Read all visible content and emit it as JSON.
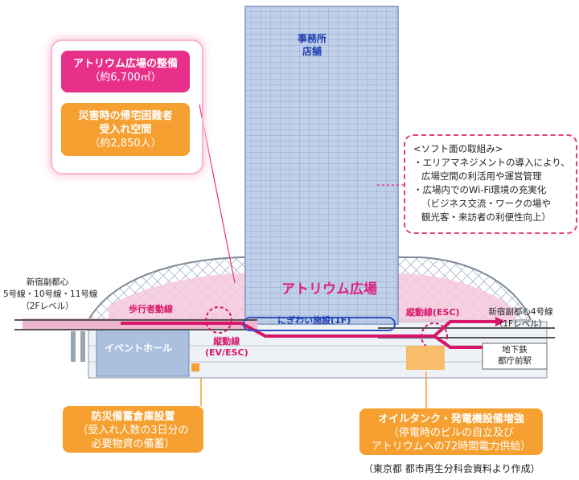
{
  "tower_label": "事務所\n店舗",
  "callouts": {
    "atrium": {
      "title": "アトリウム広場の整備",
      "detail": "（約6,700㎡）"
    },
    "refugee": {
      "title1": "災害時の帰宅困難者",
      "title2": "受入れ空間",
      "detail": "（約2,850人）"
    },
    "storage": {
      "title": "防災備蓄倉庫設置",
      "detail1": "（受入れ人数の3日分の",
      "detail2": "必要物資の備蓄）"
    },
    "oil": {
      "title": "オイルタンク・発電機設備増強",
      "detail1": "（停電時のビルの自立及び",
      "detail2": "アトリウムへの72時間電力供給）"
    }
  },
  "soft": {
    "heading": "<ソフト面の取組み>",
    "lines": [
      "・エリアマネジメントの導入により、",
      "  広場空間の利活用や運営管理",
      "・広場内でのWi-Fi環境の充実化",
      "  （ビジネス交流・ワークの場や",
      "  観光客・来訪者の利便性向上）"
    ]
  },
  "labels": {
    "left_line1": "新宿副都心",
    "left_line2": "5号線・10号線・11号線",
    "left_line3": "（2Fレベル）",
    "right_line1": "新宿副都心4号線",
    "right_line2": "（1Fレベル）",
    "station1": "地下鉄",
    "station2": "都庁前駅",
    "atrium_plaza": "アトリウム広場",
    "pedestrian": "歩行者動線",
    "vertical_esc": "縦動線(ESC)",
    "vertical_ev1": "縦動線",
    "vertical_ev2": "(EV/ESC)",
    "nigiwai": "にぎわい施設(1F)",
    "event_hall": "イベントホール"
  },
  "credit": "（東京都 都市再生分科会資料より作成）",
  "colors": {
    "pink": "#e8308a",
    "orange": "#f5a030",
    "blue": "#1e3fb0",
    "tower_blue": "#9fb6dc"
  }
}
